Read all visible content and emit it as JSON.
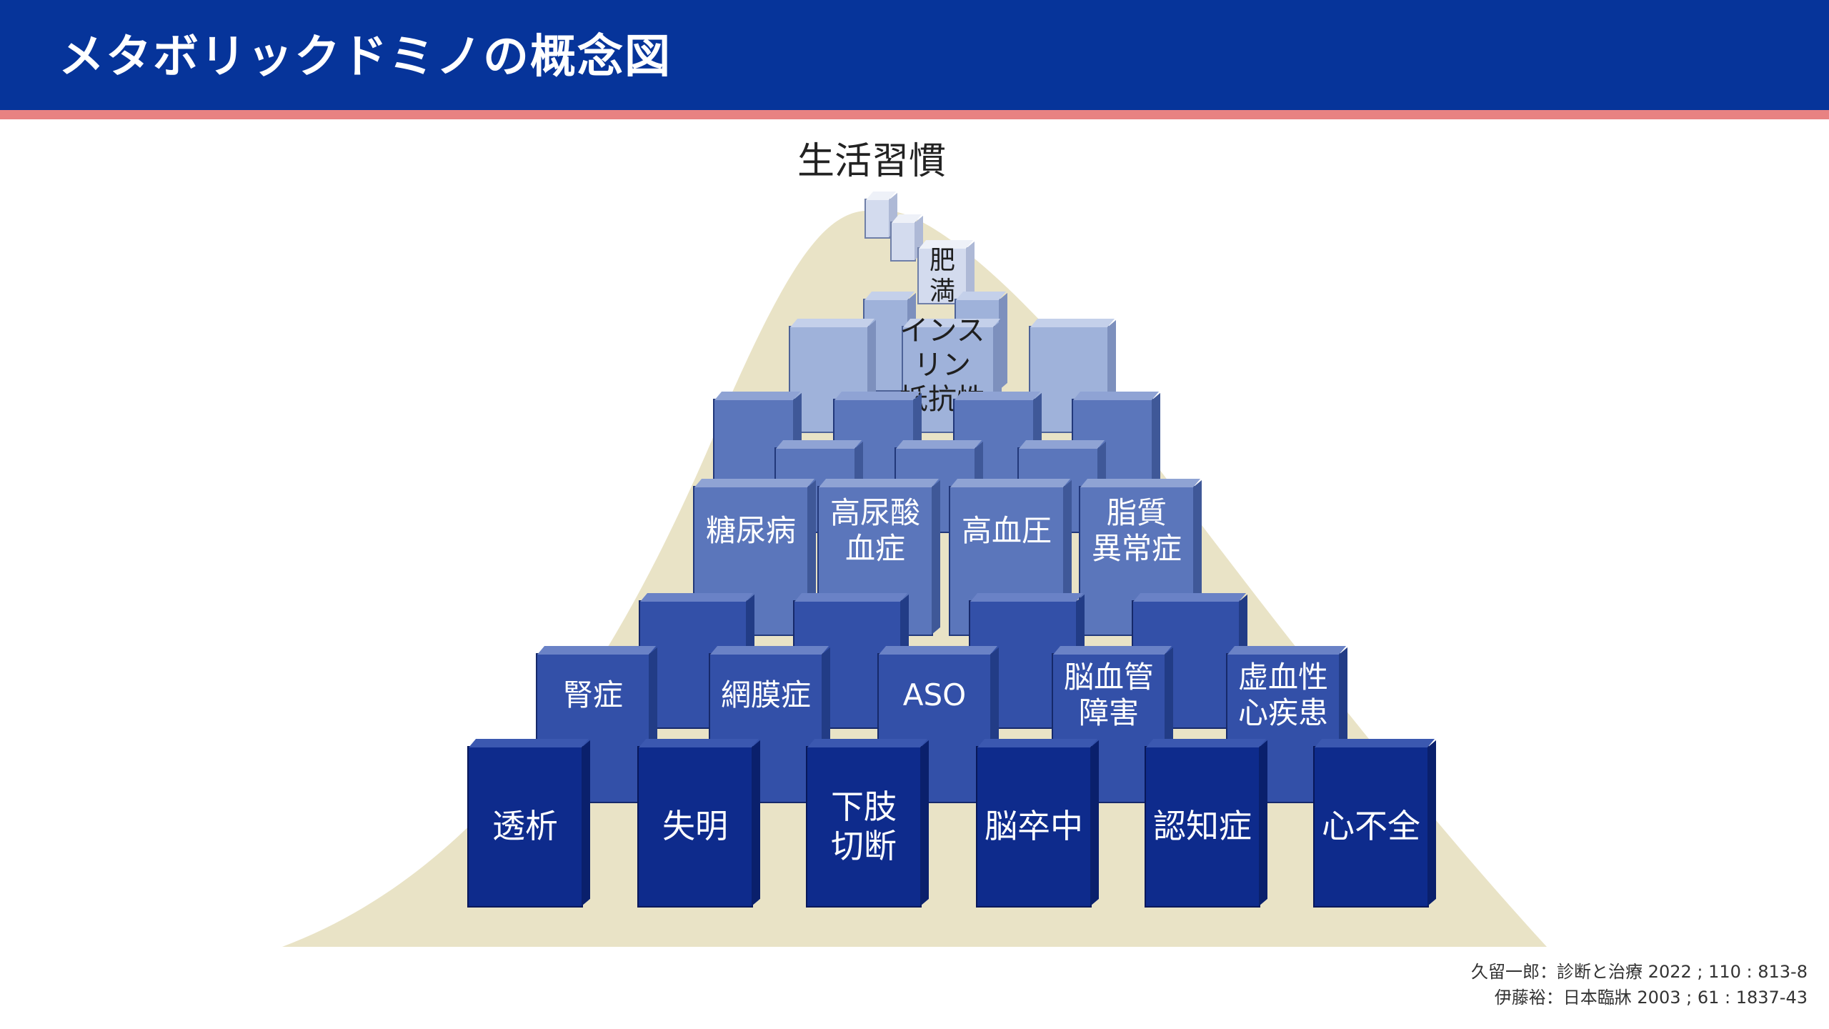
{
  "header": {
    "title": "メタボリックドミノの概念図"
  },
  "diagram": {
    "top_label": "生活習慣",
    "tiers": [
      {
        "level": 1,
        "items": [
          "肥満"
        ]
      },
      {
        "level": 2,
        "items": [
          "インスリン\n抵抗性"
        ]
      },
      {
        "level": 3,
        "items": [
          "糖尿病",
          "高尿酸\n血症",
          "高血圧",
          "脂質\n異常症"
        ]
      },
      {
        "level": 4,
        "items": [
          "腎症",
          "網膜症",
          "ASO",
          "脳血管\n障害",
          "虚血性\n心疾患"
        ]
      },
      {
        "level": 5,
        "items": [
          "透析",
          "失明",
          "下肢\n切断",
          "脳卒中",
          "認知症",
          "心不全"
        ]
      }
    ],
    "colors": {
      "header": "#06349a",
      "accent_line": "#e88282",
      "mound": "#e9e3c6"
    }
  },
  "references": [
    "久留一郎：診断と治療 2022 ; 110 : 813-8",
    "伊藤裕：日本臨牀 2003 ; 61 : 1837-43"
  ]
}
